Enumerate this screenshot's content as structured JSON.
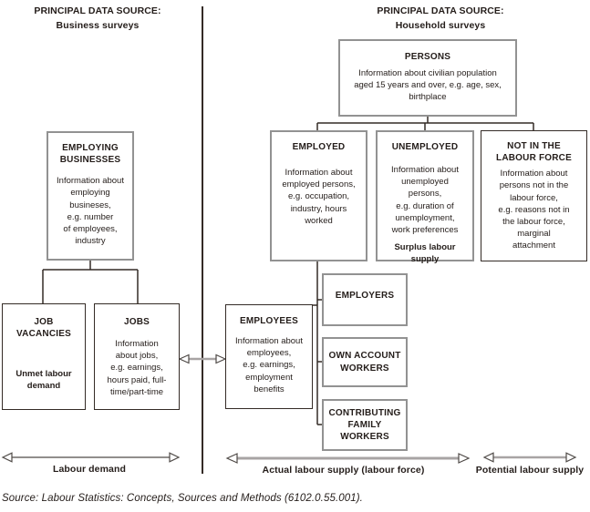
{
  "headers": {
    "left": {
      "line1": "PRINCIPAL DATA SOURCE:",
      "line2": "Business surveys"
    },
    "right": {
      "line1": "PRINCIPAL DATA SOURCE:",
      "line2": "Household surveys"
    }
  },
  "boxes": {
    "persons": {
      "title": "PERSONS",
      "body": "Information about civilian population\naged 15 years and over, e.g. age, sex,\nbirthplace"
    },
    "employed": {
      "title": "EMPLOYED",
      "body": "Information about\nemployed persons,\ne.g. occupation,\nindustry, hours\nworked"
    },
    "unemployed": {
      "title": "UNEMPLOYED",
      "body": "Information about\nunemployed\npersons,\ne.g. duration of\nunemployment,\nwork preferences",
      "footer": "Surplus labour\nsupply"
    },
    "not_in_labour_force": {
      "title": "NOT IN THE\nLABOUR FORCE",
      "body": "Information about\npersons not in the\nlabour force,\ne.g. reasons not in\nthe labour force,\nmarginal\nattachment"
    },
    "employing_businesses": {
      "title": "EMPLOYING\nBUSINESSES",
      "body": "Information about\nemploying\nbusineses,\ne.g. number\nof employees,\nindustry"
    },
    "job_vacancies": {
      "title": "JOB VACANCIES",
      "footer": "Unmet labour\ndemand"
    },
    "jobs": {
      "title": "JOBS",
      "body": "Information\nabout jobs,\ne.g. earnings,\nhours paid, full-\ntime/part-time"
    },
    "employees": {
      "title": "EMPLOYEES",
      "body": "Information about\nemployees,\ne.g. earnings,\nemployment\nbenefits"
    },
    "employers": {
      "title": "EMPLOYERS"
    },
    "own_account_workers": {
      "title": "OWN ACCOUNT\nWORKERS"
    },
    "contributing_family_workers": {
      "title": "CONTRIBUTING\nFAMILY\nWORKERS"
    }
  },
  "arrow_labels": {
    "labour_demand": "Labour demand",
    "actual_labour_supply": "Actual labour supply (labour force)",
    "potential_labour_supply": "Potential labour supply"
  },
  "source": "Source: Labour Statistics: Concepts, Sources and Methods (6102.0.55.001).",
  "colors": {
    "box_border_gray": "#929292",
    "box_border_dark": "#342b26",
    "connector": "#342b26",
    "arrow_line_gray": "#a8a4a4",
    "arrow_line_dark": "#4f4a47",
    "text": "#241d1a"
  }
}
